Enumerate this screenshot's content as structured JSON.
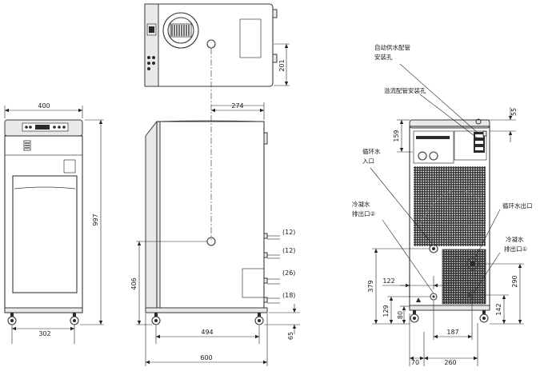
{
  "dimensions": {
    "front_width": "400",
    "front_height": "997",
    "front_caster_span": "302",
    "side_depth_top": "274",
    "top_view_depth": "201",
    "side_gap_1": "(12)",
    "side_gap_2": "(12)",
    "side_gap_3": "(26)",
    "side_gap_4": "(18)",
    "side_height_406": "406",
    "side_span_494": "494",
    "side_bottom_65": "65",
    "side_total_600": "600",
    "rear_top_159": "159",
    "rear_top_55": "55",
    "rear_379": "379",
    "rear_122": "122",
    "rear_129": "129",
    "rear_80": "80",
    "rear_290": "290",
    "rear_142": "142",
    "rear_187": "187",
    "rear_70": "70",
    "rear_260": "260"
  },
  "labels": {
    "supply_pipe_line1": "自动供水配管",
    "supply_pipe_line2": "安装孔",
    "overflow_pipe": "溢流配管安装孔",
    "circ_inlet_line1": "循环水",
    "circ_inlet_line2": "入口",
    "condense_drain2_line1": "冷凝水",
    "condense_drain2_line2": "排出口②",
    "circ_outlet": "循环水出口",
    "condense_drain1_line1": "冷凝水",
    "condense_drain1_line2": "排出口①"
  }
}
